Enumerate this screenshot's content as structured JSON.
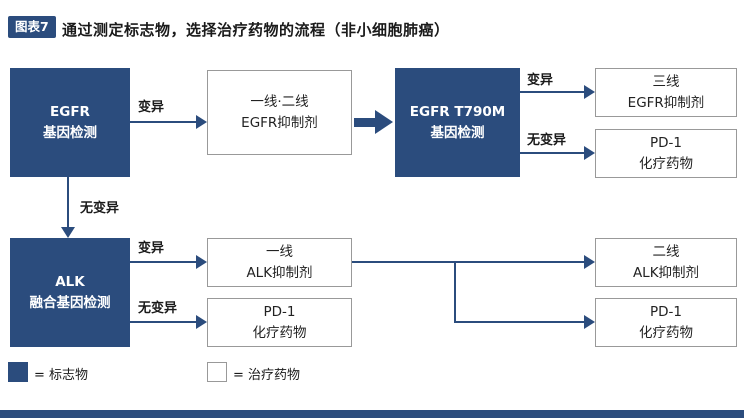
{
  "colors": {
    "navy": "#2b4c7d",
    "box_border": "#999999",
    "text": "#1a1a1a"
  },
  "header": {
    "badge": "图表7",
    "title": "通过测定标志物，选择治疗药物的流程（非小细胞肺癌）"
  },
  "edge_labels": {
    "mutation": "变异",
    "no_mutation": "无变异"
  },
  "nodes": {
    "egfr": {
      "line1": "EGFR",
      "line2": "基因检测",
      "type": "marker"
    },
    "egfr_inhibitor_1_2": {
      "line1": "一线·二线",
      "line2": "EGFR抑制剂",
      "type": "drug"
    },
    "t790m": {
      "line1": "EGFR T790M",
      "line2": "基因检测",
      "type": "marker"
    },
    "egfr_inhibitor_3": {
      "line1": "三线",
      "line2": "EGFR抑制剂",
      "type": "drug"
    },
    "pd1_chemo_top": {
      "line1": "PD-1",
      "line2": "化疗药物",
      "type": "drug"
    },
    "alk": {
      "line1": "ALK",
      "line2": "融合基因检测",
      "type": "marker"
    },
    "alk_inhibitor_1": {
      "line1": "一线",
      "line2": "ALK抑制剂",
      "type": "drug"
    },
    "pd1_chemo_mid": {
      "line1": "PD-1",
      "line2": "化疗药物",
      "type": "drug"
    },
    "alk_inhibitor_2": {
      "line1": "二线",
      "line2": "ALK抑制剂",
      "type": "drug"
    },
    "pd1_chemo_bottom": {
      "line1": "PD-1",
      "line2": "化疗药物",
      "type": "drug"
    }
  },
  "legend": {
    "marker": "= 标志物",
    "drug": "= 治疗药物"
  }
}
